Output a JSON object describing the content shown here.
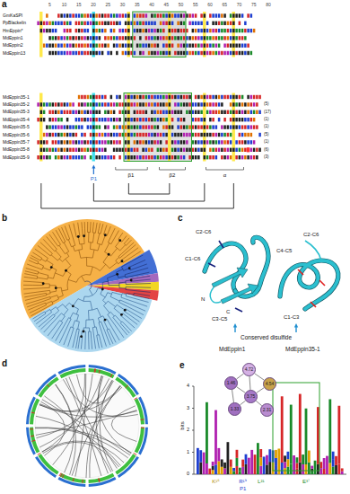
{
  "diagram": {
    "nodes": [
      {
        "text": [
          "4.72"
        ]
      },
      {
        "text": [
          "1.46"
        ]
      },
      {
        "text": [
          "4.54"
        ]
      },
      {
        "text": [
          "3.75"
        ]
      },
      {
        "text": [
          "1.33"
        ]
      },
      {
        "text": [
          "2.31"
        ]
      }
    ],
    "edges": [
      {
        "from": 0,
        "to": 1,
        "arrow": "none"
      },
      {
        "from": 0,
        "to": 2,
        "arrow": "none"
      },
      {
        "from": 0,
        "to": 3,
        "arrow": "none"
      },
      {
        "from": 1,
        "to": 3,
        "arrow": "none"
      },
      {
        "from": 2,
        "to": 3,
        "arrow": "none"
      },
      {
        "from": 3,
        "to": 4,
        "arrow": "none"
      },
      {
        "from": 3,
        "to": 5,
        "arrow": "none"
      },
      {
        "from": 1,
        "to": 4,
        "arrow": "none"
      }
    ],
    "labels": [
      "a",
      "5",
      "10",
      "15",
      "20",
      "25",
      "30",
      "35",
      "40",
      "45",
      "50",
      "55",
      "60",
      "65",
      "70",
      "75",
      "80",
      "GmKaSPI",
      "PpBlackelin",
      "HmEppin*",
      "MdEppin1",
      "MdEppin2",
      "MdEppin13",
      "MdEppin35-1",
      "MdEppin35-2",
      "MdEppin35-3",
      "MdEppin35-4",
      "MdEppin35-5",
      "MdEppin35-6",
      "MdEppin35-7",
      "MdEppin35-8",
      "MdEppin35-9",
      "(5)",
      "(17)",
      "(1)",
      "(1)",
      "(5)",
      "(1)",
      "(6)",
      "(3)",
      "P1",
      "β1",
      "β2",
      "α",
      "b",
      "c",
      "C2-C6",
      "C1-C6",
      "N",
      "C",
      "C3-C5",
      "C2-C6",
      "C4-C5",
      "C1-C3",
      "Conserved disulfide",
      "MdEppin1",
      "MdEppin35-1",
      "d",
      "e",
      "bits",
      "4",
      "3",
      "2",
      "1",
      "0",
      "K¹⁶",
      "R¹⁹",
      "P1",
      "L²¹",
      "E³⁷"
    ]
  }
}
